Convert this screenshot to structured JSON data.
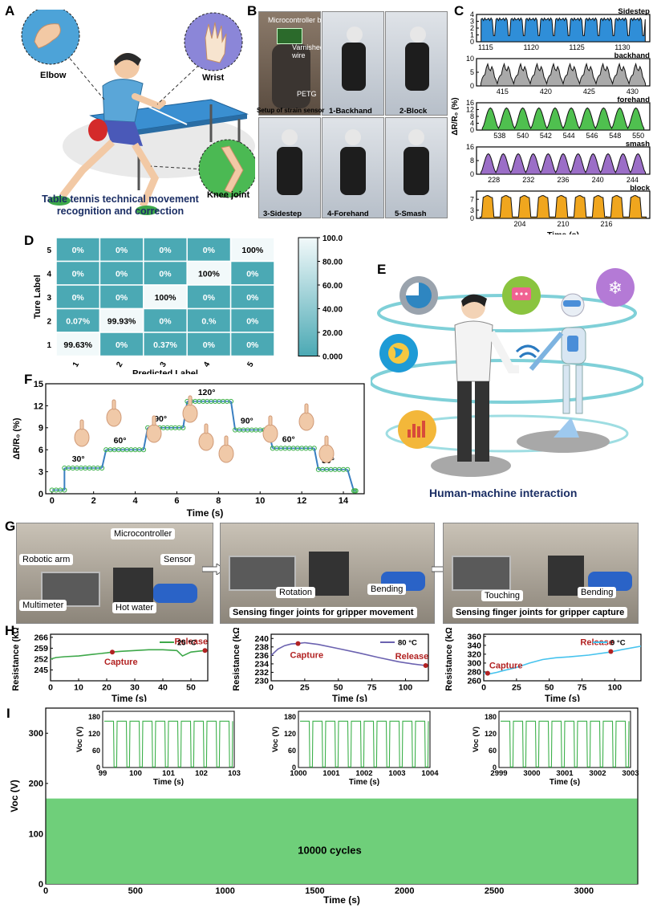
{
  "panels": {
    "A": {
      "label": "A",
      "joints": [
        "Elbow",
        "Wrist",
        "Knee joint"
      ],
      "caption_line1": "Table tennis technical movement",
      "caption_line2": "recognition and correction"
    },
    "B": {
      "label": "B",
      "setup_labels": [
        "Microcontroller board",
        "Varnished wire",
        "PETG"
      ],
      "photo_captions": [
        "Setup of strain sensor",
        "1-Backhand",
        "2-Block",
        "3-Sidestep",
        "4-Forehand",
        "5-Smash"
      ]
    },
    "C": {
      "label": "C"
    },
    "D": {
      "label": "D"
    },
    "E": {
      "label": "E",
      "caption": "Human-machine interaction",
      "colors": {
        "pie": "#9aa3ad",
        "chat": "#8ac43f",
        "snow": "#b47ad6",
        "globe": "#1e9bd6",
        "bars": "#f3b73a"
      }
    },
    "F": {
      "label": "F"
    },
    "G": {
      "label": "G",
      "left_tags": [
        "Microcontroller",
        "Robotic arm",
        "Sensor",
        "Multimeter",
        "Hot water"
      ],
      "middle_tags": [
        "Rotation",
        "Bending"
      ],
      "middle_caption": "Sensing finger joints for gripper movement",
      "right_tags": [
        "Touching",
        "Bending"
      ],
      "right_caption": "Sensing finger joints for gripper capture"
    },
    "H": {
      "label": "H",
      "capture": "Capture",
      "release": "Release"
    },
    "I": {
      "label": "I",
      "cycles_note": "10000 cycles"
    }
  },
  "chart_data": [
    {
      "id": "C-sidestep",
      "type": "line",
      "title": "Sidestep",
      "color": "#2f8ed8",
      "xlim": [
        1114,
        1133
      ],
      "ylim": [
        0,
        4
      ],
      "xticks": [
        1115,
        1120,
        1125,
        1130
      ],
      "yticks": [
        0,
        1,
        2,
        3,
        4
      ],
      "series": [
        {
          "peaks": 11,
          "base": 3.3,
          "dip": 0.9
        }
      ]
    },
    {
      "id": "C-backhand",
      "type": "line",
      "title": "backhand",
      "color": "#a9a9a9",
      "xlim": [
        412,
        432
      ],
      "ylim": [
        0,
        10
      ],
      "xticks": [
        415,
        420,
        425,
        430
      ],
      "yticks": [
        0,
        5,
        10
      ],
      "series": [
        {
          "peaks": 10,
          "base": 0.8,
          "peak": 8.5
        }
      ]
    },
    {
      "id": "C-forehand",
      "type": "line",
      "title": "forehand",
      "color": "#4fc04f",
      "xlim": [
        536,
        551
      ],
      "ylim": [
        0,
        16
      ],
      "xticks": [
        538,
        540,
        542,
        544,
        546,
        548,
        550
      ],
      "yticks": [
        0,
        4,
        8,
        12,
        16
      ],
      "ylabel": "ΔR/R₀ (%)",
      "series": [
        {
          "peaks": 10,
          "base": 1,
          "peak": 13
        }
      ]
    },
    {
      "id": "C-smash",
      "type": "line",
      "title": "smash",
      "color": "#9b6ec7",
      "xlim": [
        226,
        246
      ],
      "ylim": [
        0,
        16
      ],
      "xticks": [
        228,
        232,
        236,
        240,
        244
      ],
      "yticks": [
        0,
        8,
        16
      ],
      "series": [
        {
          "peaks": 11,
          "base": 1,
          "peak": 12
        }
      ]
    },
    {
      "id": "C-block",
      "type": "line",
      "title": "block",
      "color": "#f0a61e",
      "xlim": [
        198,
        222
      ],
      "ylim": [
        0,
        10
      ],
      "xticks": [
        204,
        210,
        216
      ],
      "yticks": [
        0,
        3,
        7
      ],
      "xlabel": "Time (s)",
      "series": [
        {
          "peaks": 9,
          "base": 0.5,
          "peak": 8
        }
      ]
    },
    {
      "id": "D",
      "type": "heatmap",
      "xlabel": "Predicted Label",
      "ylabel": "Ture Label",
      "rows": [
        "5",
        "4",
        "3",
        "2",
        "1"
      ],
      "cols": [
        "1",
        "2",
        "3",
        "4",
        "5"
      ],
      "values": [
        [
          0,
          0,
          0,
          0,
          100
        ],
        [
          0,
          0,
          0,
          100,
          0
        ],
        [
          0,
          0,
          100,
          0,
          0
        ],
        [
          0.07,
          99.93,
          0,
          0.1,
          0
        ],
        [
          99.63,
          0,
          0.37,
          0,
          0
        ]
      ],
      "cell_labels": [
        [
          "0%",
          "0%",
          "0%",
          "0%",
          "100%"
        ],
        [
          "0%",
          "0%",
          "0%",
          "100%",
          "0%"
        ],
        [
          "0%",
          "0%",
          "100%",
          "0%",
          "0%"
        ],
        [
          "0.07%",
          "99.93%",
          "0%",
          "0.%",
          "0%"
        ],
        [
          "99.63%",
          "0%",
          "0.37%",
          "0%",
          "0%"
        ]
      ],
      "colorbar_ticks": [
        "100.0",
        "80.00",
        "60.00",
        "40.00",
        "20.00",
        "0.000"
      ],
      "colors": {
        "low": "#4ba9b4",
        "high": "#f2f9fa"
      }
    },
    {
      "id": "F",
      "type": "line",
      "xlabel": "Time (s)",
      "ylabel": "ΔR/R₀ (%)",
      "xlim": [
        -0.3,
        15
      ],
      "ylim": [
        0,
        15
      ],
      "xticks": [
        0,
        2,
        4,
        6,
        8,
        10,
        12,
        14
      ],
      "yticks": [
        0,
        3,
        6,
        9,
        12,
        15
      ],
      "color": "#3cb04a",
      "steps": [
        {
          "t0": 0,
          "t1": 0.6,
          "v": 0.5
        },
        {
          "t0": 0.6,
          "t1": 2.4,
          "v": 3.5,
          "label": "30°"
        },
        {
          "t0": 2.6,
          "t1": 4.4,
          "v": 6.0,
          "label": "60°"
        },
        {
          "t0": 4.6,
          "t1": 6.3,
          "v": 9.0,
          "label": "90°"
        },
        {
          "t0": 6.5,
          "t1": 8.6,
          "v": 12.6,
          "label": "120°"
        },
        {
          "t0": 8.8,
          "t1": 10.4,
          "v": 8.7,
          "label": "90°"
        },
        {
          "t0": 10.6,
          "t1": 12.6,
          "v": 6.2,
          "label": "60°"
        },
        {
          "t0": 12.8,
          "t1": 14.2,
          "v": 3.3,
          "label": "30°"
        },
        {
          "t0": 14.5,
          "t1": 14.6,
          "v": 0.4
        }
      ]
    },
    {
      "id": "H-25",
      "type": "line",
      "legend": "25 °C",
      "color": "#3ea84a",
      "xlabel": "Time (s)",
      "ylabel": "Resistance (kΩ)",
      "xlim": [
        0,
        56
      ],
      "ylim": [
        238,
        268
      ],
      "xticks": [
        0,
        10,
        20,
        30,
        40,
        50
      ],
      "yticks": [
        245,
        252,
        259,
        266
      ],
      "x": [
        0,
        2,
        5,
        10,
        15,
        20,
        22,
        25,
        30,
        35,
        40,
        45,
        47,
        50,
        55
      ],
      "y": [
        252,
        253,
        253.5,
        254,
        255,
        256,
        256.5,
        257,
        257.5,
        258,
        258,
        257.5,
        254,
        256.5,
        257.5
      ],
      "capture_at": [
        22,
        256.5
      ],
      "release_at": [
        55,
        257.5
      ]
    },
    {
      "id": "H-80",
      "type": "line",
      "legend": "80 °C",
      "color": "#6b62b0",
      "xlabel": "Time (s)",
      "ylabel": "Resistance (kΩ)",
      "xlim": [
        0,
        117
      ],
      "ylim": [
        230,
        241
      ],
      "xticks": [
        0,
        25,
        50,
        75,
        100
      ],
      "yticks": [
        230,
        232,
        234,
        236,
        238,
        240
      ],
      "x": [
        0,
        5,
        10,
        15,
        20,
        25,
        35,
        50,
        65,
        80,
        95,
        105,
        115
      ],
      "y": [
        236,
        237.5,
        238.3,
        238.7,
        238.8,
        239,
        238.6,
        237.6,
        236.6,
        235.5,
        234.5,
        234,
        233.6
      ],
      "capture_at": [
        20,
        238.8
      ],
      "release_at": [
        115,
        233.6
      ]
    },
    {
      "id": "H-0",
      "type": "line",
      "legend": "0 °C",
      "color": "#46c3ee",
      "xlabel": "Time (s)",
      "ylabel": "Resistance (kΩ)",
      "xlim": [
        0,
        120
      ],
      "ylim": [
        260,
        365
      ],
      "xticks": [
        0,
        25,
        50,
        75,
        100
      ],
      "yticks": [
        260,
        280,
        300,
        320,
        340,
        360
      ],
      "x": [
        0,
        5,
        10,
        15,
        25,
        35,
        45,
        55,
        65,
        80,
        95,
        105,
        120
      ],
      "y": [
        277,
        276,
        279,
        283,
        290,
        300,
        308,
        312,
        314,
        318,
        324,
        330,
        338
      ],
      "capture_at": [
        3,
        277
      ],
      "release_at": [
        97,
        326
      ]
    },
    {
      "id": "I",
      "type": "area",
      "color": "#6fcf7a",
      "xlabel": "Time (s)",
      "ylabel": "Voc (V)",
      "xlim": [
        0,
        3300
      ],
      "ylim": [
        0,
        350
      ],
      "xticks": [
        0,
        500,
        1000,
        1500,
        2000,
        2500,
        3000
      ],
      "yticks": [
        0,
        100,
        200,
        300
      ],
      "level": 170,
      "insets": [
        {
          "xlim": [
            99,
            103
          ],
          "xticks": [
            99,
            100,
            101,
            102,
            103
          ],
          "yticks": [
            0,
            60,
            120,
            180
          ],
          "peak": 165
        },
        {
          "xlim": [
            1000,
            1004
          ],
          "xticks": [
            1000,
            1001,
            1002,
            1003,
            1004
          ],
          "yticks": [
            0,
            60,
            120,
            180
          ],
          "peak": 165
        },
        {
          "xlim": [
            2999,
            3003
          ],
          "xticks": [
            2999,
            3000,
            3001,
            3002,
            3003
          ],
          "yticks": [
            0,
            60,
            120,
            180
          ],
          "peak": 165
        }
      ],
      "inset_xlabel": "Time (s)",
      "inset_ylabel": "Voc (V)"
    }
  ]
}
